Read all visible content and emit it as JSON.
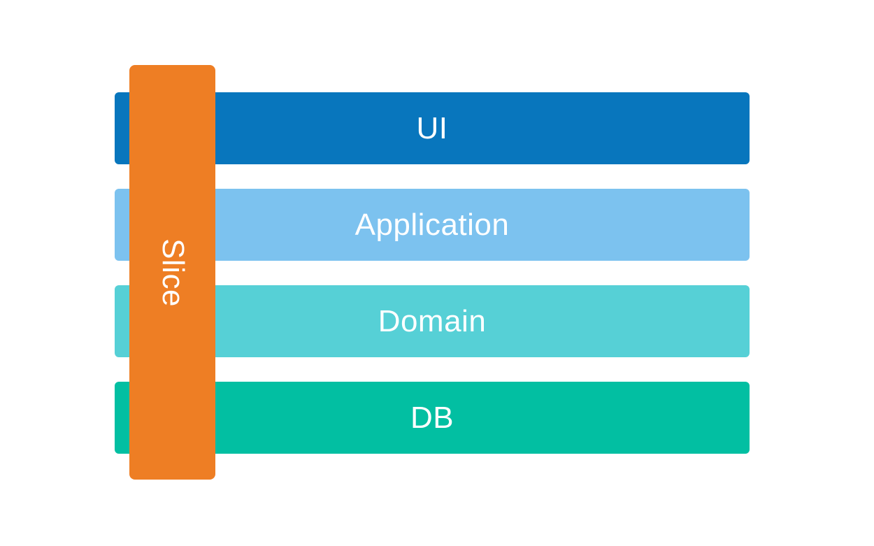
{
  "diagram": {
    "title": "layered-architecture-with-vertical-slice",
    "background_color": "#ffffff",
    "text_color": "#ffffff",
    "layers": [
      {
        "label": "UI",
        "color": "#0876bd"
      },
      {
        "label": "Application",
        "color": "#7cc2ef"
      },
      {
        "label": "Domain",
        "color": "#56d0d6"
      },
      {
        "label": "DB",
        "color": "#02bfa2"
      }
    ],
    "slice": {
      "label": "Slice",
      "color": "#ee7e24",
      "text_rotation_deg": 90
    }
  }
}
